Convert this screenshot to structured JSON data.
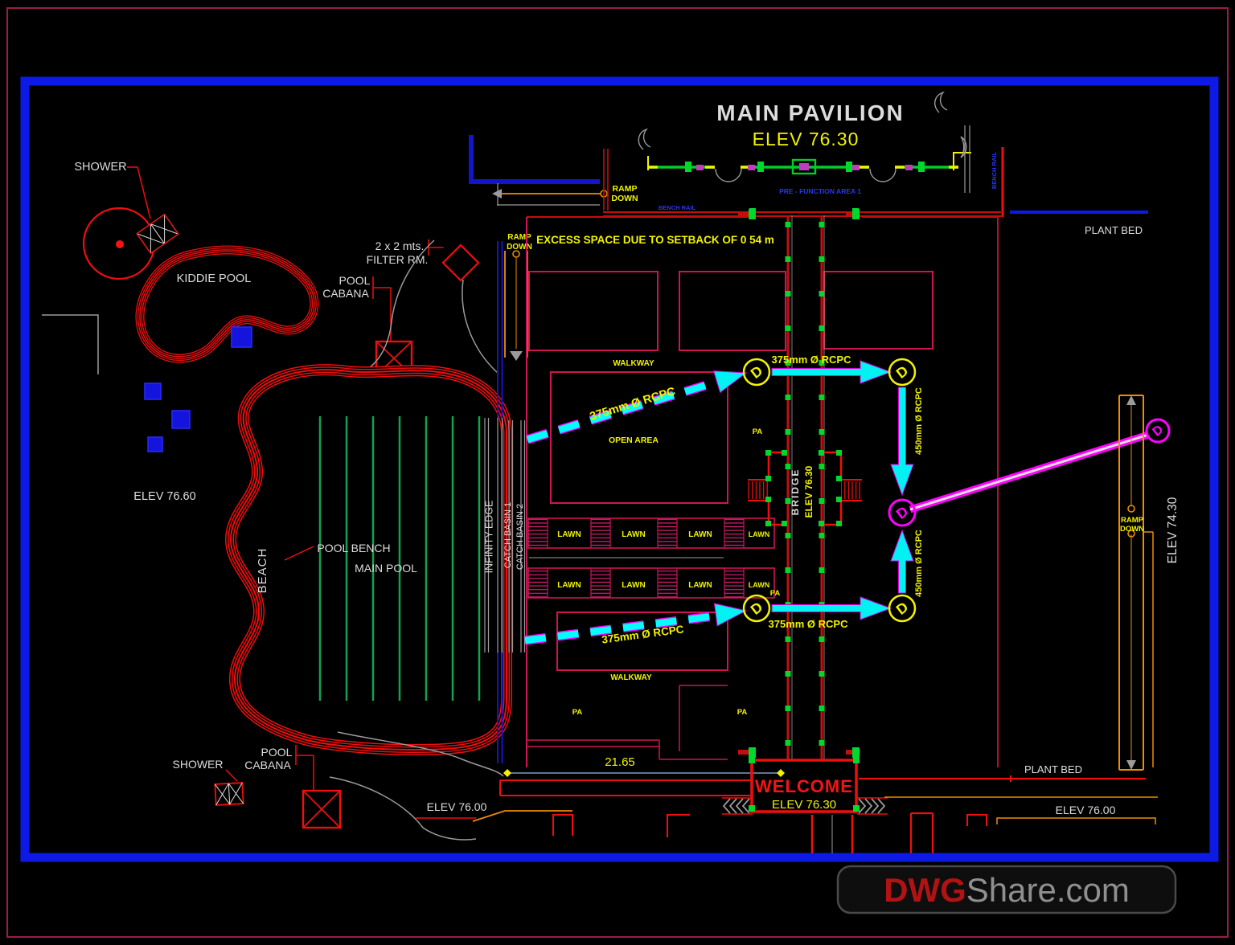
{
  "document": {
    "type": "CAD site development plan",
    "watermark": {
      "brand": "DWG",
      "suffix": "Share.com"
    }
  },
  "colors": {
    "background": "#000000",
    "outer_border": "#9b1b4d",
    "inner_border_blue": "#0d1ae6",
    "cad_red": "#ef0e0e",
    "structure_magenta": "#cf1455",
    "annotation_yellow": "#f2f200",
    "wall_green": "#00cd2a",
    "flow_cyan": "#00ffff",
    "drain_magenta": "#ff00ff",
    "ramp_orange": "#f08c00",
    "text_white": "#dcdcdc",
    "micro_text_blue": "#2a35f0"
  },
  "labels": {
    "main_pavilion": "MAIN PAVILION",
    "main_pavilion_elev": "ELEV 76.30",
    "pre_function_area": "PRE - FUNCTION AREA 1",
    "bench_rail": "BENCH RAIL",
    "plant_bed": "PLANT BED",
    "ramp_down_1": "RAMP",
    "ramp_down_2": "DOWN",
    "excess_space": "EXCESS SPACE DUE TO SETBACK OF 0 54 m",
    "shower": "SHOWER",
    "kiddie_pool": "KIDDIE POOL",
    "filter_room_size": "2 x 2 mts.",
    "filter_room": "FILTER RM.",
    "pool": "POOL",
    "cabana": "CABANA",
    "elev_76_60": "ELEV 76.60",
    "pool_bench": "POOL BENCH",
    "main_pool": "MAIN POOL",
    "beach": "BEACH",
    "infinity_edge": "INFINITY EDGE",
    "catch_basin_1": "CATCH BASIN 1",
    "catch_basin_2": "CATCH BASIN 2",
    "walkway": "WALKWAY",
    "open_area": "OPEN AREA",
    "lawn": "LAWN",
    "pa": "PA",
    "bridge": "BRIDGE",
    "bridge_elev": "ELEV 76.30",
    "pipe_375": "375mm Ø RCPC",
    "pipe_450": "450mm Ø RCPC",
    "drain_letter": "D",
    "elev_74_30": "ELEV 74.30",
    "dim_21_65": "21.65",
    "welcome": "WELCOME",
    "welcome_elev": "ELEV 76.30",
    "elev_76_00": "ELEV 76.00"
  }
}
